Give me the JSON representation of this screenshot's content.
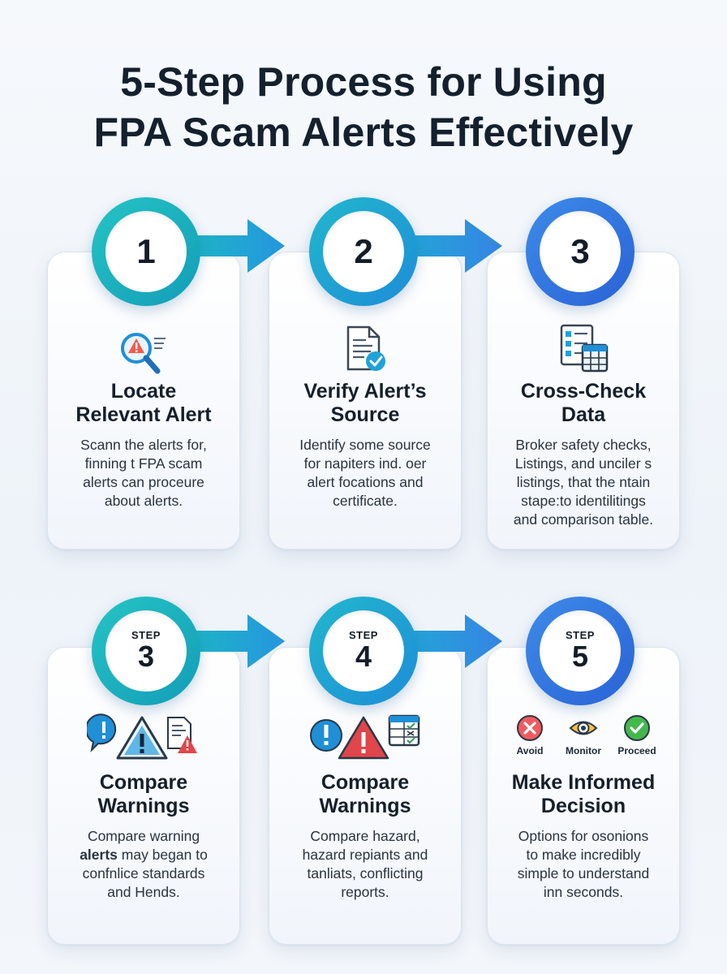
{
  "title_line1": "5-Step Process for Using",
  "title_line2": "FPA Scam Alerts Effectively",
  "colors": {
    "teal": "#17b5c2",
    "blue": "#2f86e6",
    "deep_blue": "#3a6fe0",
    "red": "#e0464a",
    "green": "#3fb84a",
    "amber": "#f3b81f"
  },
  "steps_top": [
    {
      "badge_number": "1",
      "heading_line1": "Locate",
      "heading_line2": "Relevant Alert",
      "body": [
        "Scann the alerts for,",
        "finning t FPA scam",
        "alerts can proceure",
        "about alerts."
      ],
      "icon": "magnifier-alert-icon"
    },
    {
      "badge_number": "2",
      "heading_line1": "Verify Alert’s",
      "heading_line2": "Source",
      "body": [
        "Identify some source",
        "for napiters ind. oer",
        "alert focations and",
        "certificate."
      ],
      "icon": "document-check-icon"
    },
    {
      "badge_number": "3",
      "heading_line1": "Cross-Check",
      "heading_line2": "Data",
      "body": [
        "Broker safety checks,",
        "Listings, and unciler s",
        "listings, that the ntain",
        "stape:to identilitings",
        "and comparison table."
      ],
      "icon": "checklist-table-icon"
    }
  ],
  "steps_bottom": [
    {
      "step_label": "STEP",
      "badge_number": "3",
      "heading_line1": "Compare",
      "heading_line2": "Warnings",
      "body_bold": "alerts",
      "body_line1": "Compare warning",
      "body_line2_rest": " may began to",
      "body_line3": "confnlice standards",
      "body_line4": "and Hends.",
      "icon": "warning-triangle-icon"
    },
    {
      "step_label": "STEP",
      "badge_number": "4",
      "heading_line1": "Compare",
      "heading_line2": "Warnings",
      "body": [
        "Compare hazard,",
        "hazard repiants and",
        "tanliats, conflicting",
        "reports."
      ],
      "icon": "hazard-table-icon"
    },
    {
      "step_label": "STEP",
      "badge_number": "5",
      "heading_line1": "Make Informed",
      "heading_line2": "Decision",
      "body": [
        "Options for osonions",
        "to make incredibly",
        "simple to understand",
        "inn seconds."
      ],
      "options": [
        "Avoid",
        "Monitor",
        "Proceed"
      ]
    }
  ]
}
